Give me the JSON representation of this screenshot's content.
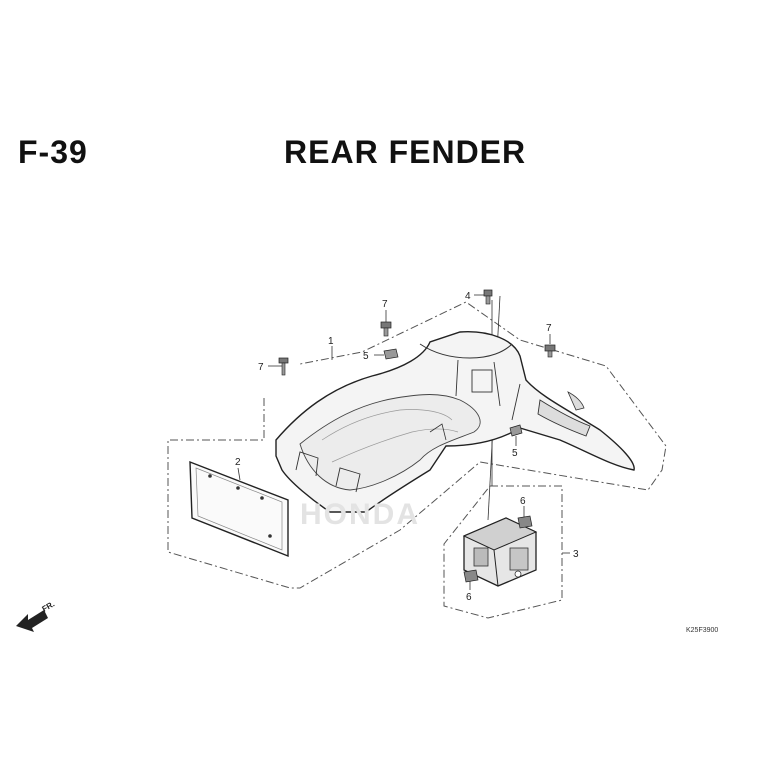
{
  "figure": {
    "code": "F-39",
    "title": "REAR FENDER",
    "catalog_number": "K25F3900",
    "front_marker": "FR."
  },
  "watermark": "HONDA",
  "parts": [
    {
      "ref": "1",
      "name": "rear-fender"
    },
    {
      "ref": "2",
      "name": "license-plate-bracket"
    },
    {
      "ref": "3",
      "name": "battery-box"
    },
    {
      "ref": "4",
      "name": "bolt"
    },
    {
      "ref": "5",
      "name": "clip"
    },
    {
      "ref": "6",
      "name": "clip-nut"
    },
    {
      "ref": "7",
      "name": "bolt"
    }
  ],
  "callouts": {
    "c7a": "7",
    "c7b": "7",
    "c7c": "7",
    "c4": "4",
    "c1": "1",
    "c5a": "5",
    "c5b": "5",
    "c2": "2",
    "c6a": "6",
    "c6b": "6",
    "c3": "3"
  }
}
